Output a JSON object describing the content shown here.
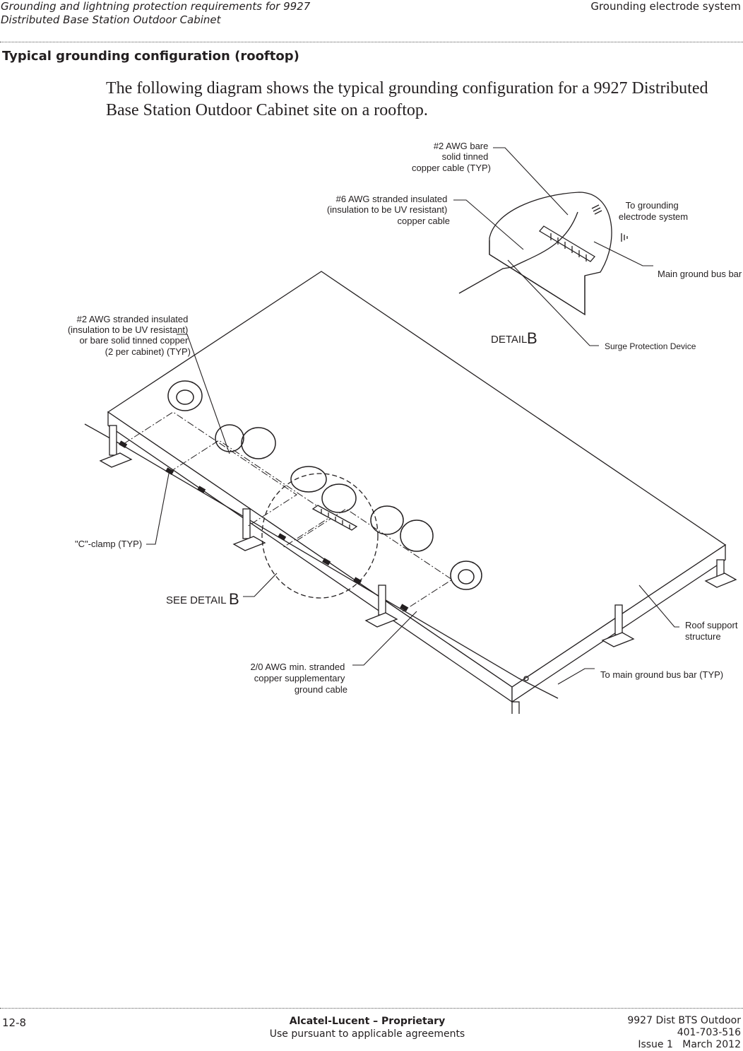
{
  "header": {
    "title_line1": "Grounding and lightning protection requirements for 9927",
    "title_line2": "Distributed Base Station Outdoor Cabinet",
    "section": "Grounding electrode system"
  },
  "section_title": "Typical grounding configuration (rooftop)",
  "intro": "The following diagram shows the typical grounding configuration for a 9927 Distributed Base Station Outdoor Cabinet site on a rooftop.",
  "figure": {
    "labels": {
      "awg2_bare": [
        "#2 AWG bare",
        "solid tinned",
        "copper cable (TYP)"
      ],
      "awg6": [
        "#6 AWG stranded insulated",
        "(insulation to be UV resistant)",
        "copper cable"
      ],
      "to_grounding": [
        "To grounding",
        "electrode system"
      ],
      "main_bus": "Main ground bus bar",
      "detail_word": "DETAIL",
      "detail_letter": "B",
      "surge": "Surge Protection Device",
      "awg2_stranded": [
        "#2 AWG stranded insulated",
        "(insulation to be UV resistant)",
        "or bare solid tinned copper",
        "(2 per cabinet) (TYP)"
      ],
      "c_clamp": "\"C\"-clamp (TYP)",
      "see_detail_word": "SEE DETAIL",
      "see_detail_letter": "B",
      "roof_support": [
        "Roof support",
        "structure"
      ],
      "awg20": [
        "2/0 AWG min. stranded",
        "copper supplementary",
        "ground cable"
      ],
      "to_main_bus": "To main ground bus bar (TYP)"
    }
  },
  "footer": {
    "page": "12-8",
    "company": "Alcatel-Lucent – Proprietary",
    "notice": "Use pursuant to applicable agreements",
    "doc_title": "9927 Dist BTS Outdoor",
    "doc_number": "401-703-516",
    "issue": "Issue 1",
    "date": "March 2012"
  }
}
